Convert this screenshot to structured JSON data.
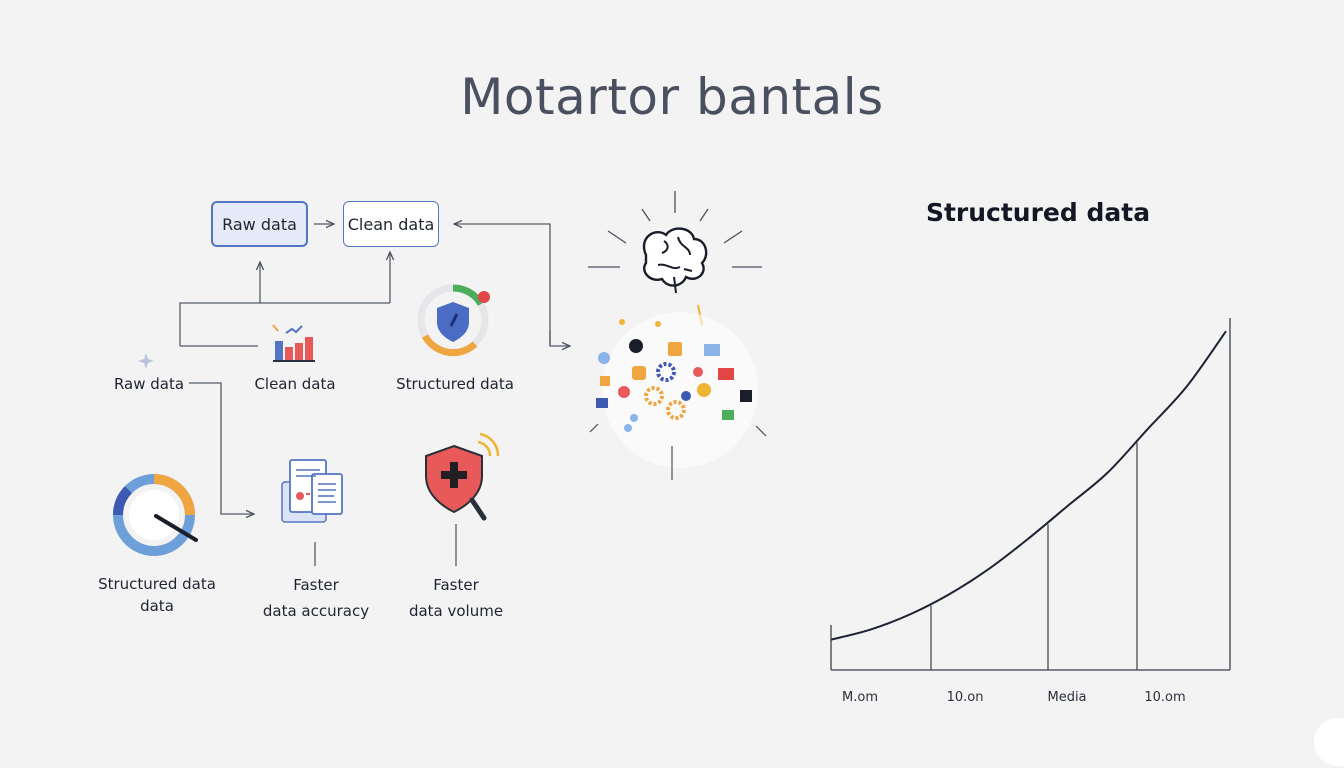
{
  "title": "Motartor bantals",
  "flow": {
    "box_raw": "Raw data",
    "box_clean": "Clean data",
    "label_raw": "Raw data",
    "label_clean": "Clean data",
    "label_structured": "Structured data",
    "label_gauge_line1": "Structured data",
    "label_gauge_line2": "data",
    "label_docs_line1": "Faster",
    "label_docs_line2": "data accuracy",
    "label_shield_line1": "Faster",
    "label_shield_line2": "data volume"
  },
  "icons": [
    "bar-chart-icon",
    "shield-gauge-icon",
    "gauge-icon",
    "documents-icon",
    "shield-magnifier-icon",
    "brain-icon",
    "gears-cluster-icon",
    "logo-icon"
  ],
  "colors": {
    "accent_blue": "#5474c4",
    "shield_red": "#e85a5a",
    "gauge_orange": "#f0a640",
    "gauge_blue": "#6d9fd8",
    "chart_line": "#1c2231"
  },
  "chart_data": {
    "type": "line",
    "title": "Structured data",
    "xlabel": "",
    "ylabel": "",
    "categories": [
      "M.om",
      "10.on",
      "Media",
      "10.om"
    ],
    "x": [
      0,
      1,
      2,
      3,
      4,
      5,
      6,
      7,
      8,
      9,
      10
    ],
    "values": [
      0.12,
      0.16,
      0.22,
      0.3,
      0.4,
      0.52,
      0.65,
      0.78,
      0.95,
      1.12,
      1.34
    ],
    "ylim": [
      0,
      1.4
    ],
    "grid": false
  }
}
